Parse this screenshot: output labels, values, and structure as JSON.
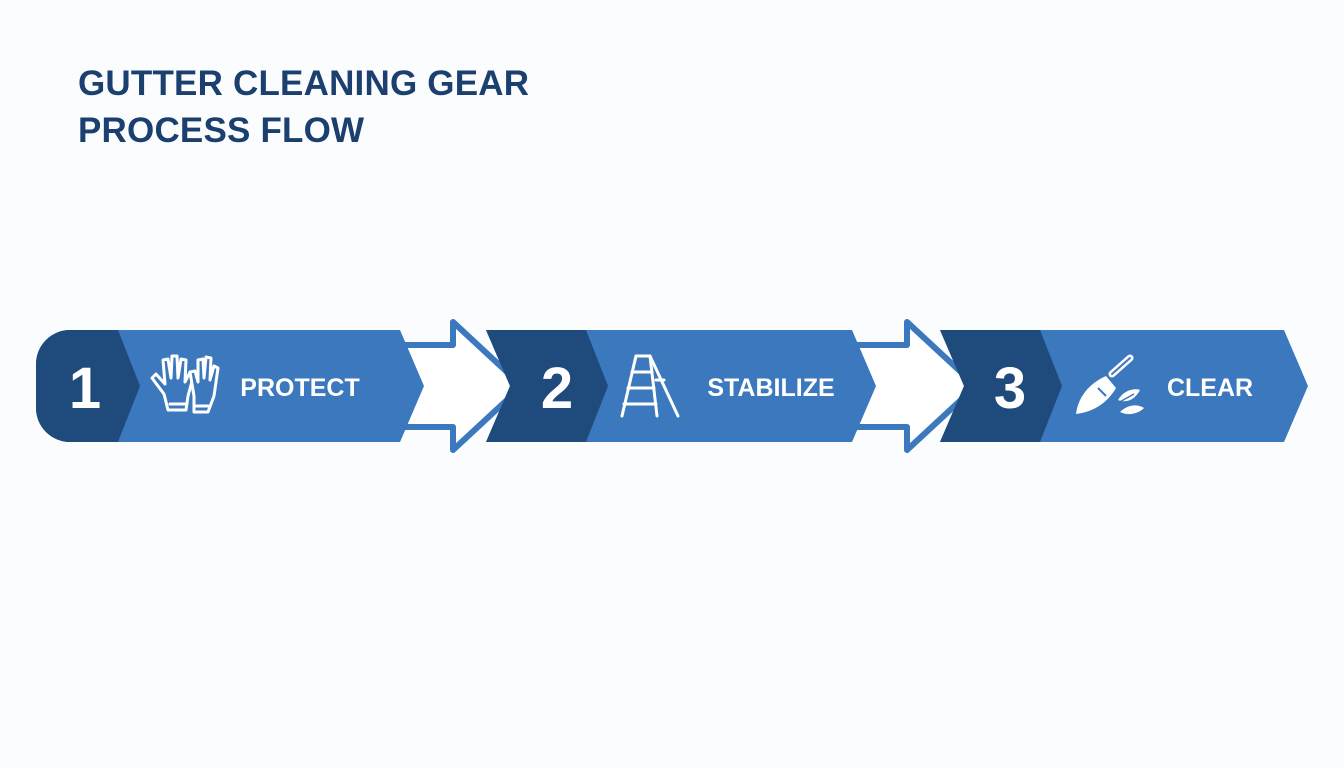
{
  "title": {
    "line1": "GUTTER CLEANING GEAR",
    "line2": "PROCESS FLOW"
  },
  "colors": {
    "dark_blue": "#1f4a7c",
    "mid_blue": "#3b78bd",
    "title": "#1b3f6e",
    "background": "#fbfcfd"
  },
  "steps": [
    {
      "number": "1",
      "label": "PROTECT",
      "icon": "gloves-icon"
    },
    {
      "number": "2",
      "label": "STABILIZE",
      "icon": "ladder-icon"
    },
    {
      "number": "3",
      "label": "CLEAR",
      "icon": "trowel-leaves-icon"
    }
  ],
  "connectors": [
    "arrow-right-icon",
    "arrow-right-icon"
  ]
}
